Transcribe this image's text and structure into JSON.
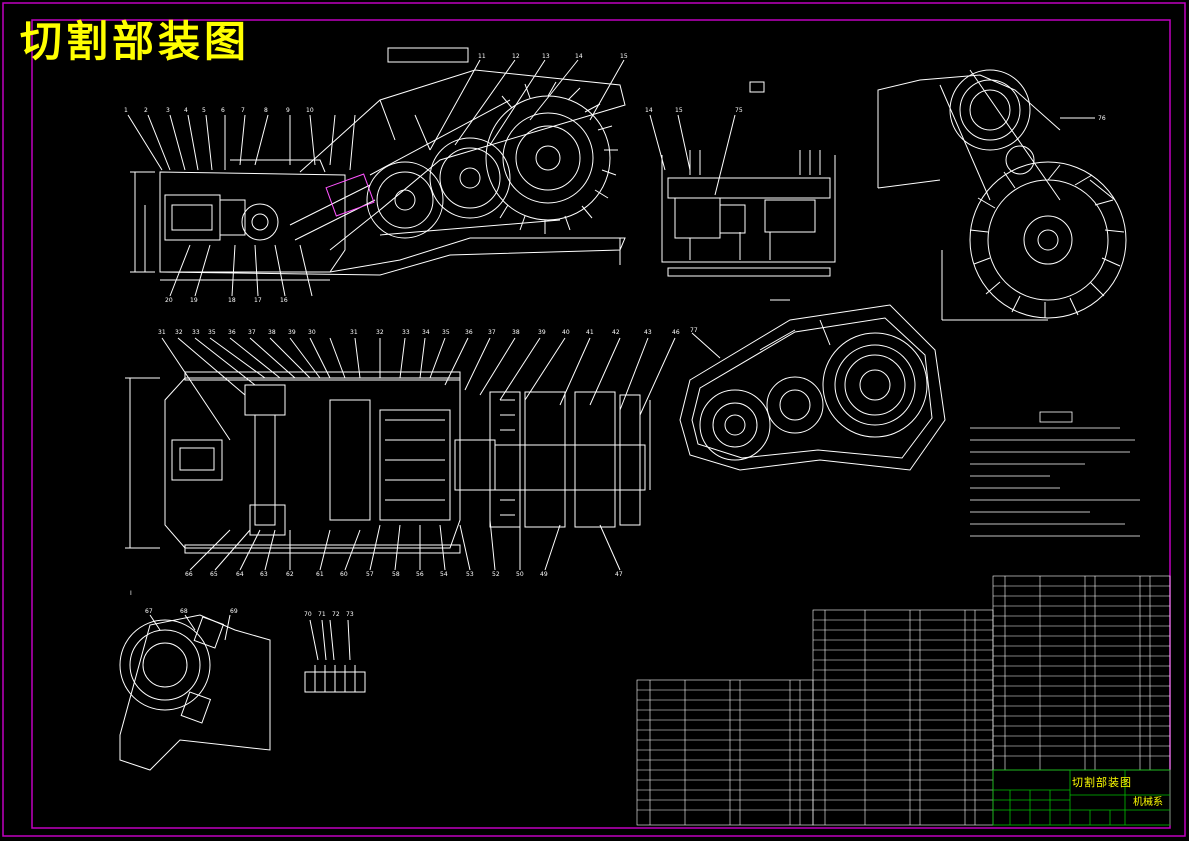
{
  "title": "切割部装图",
  "colors": {
    "frame": "#c000c0",
    "line": "#ffffff",
    "title": "#ffff00",
    "table": "#00c000"
  },
  "title_block": {
    "drawing_name": "切割部装图",
    "organization": "机械系"
  }
}
